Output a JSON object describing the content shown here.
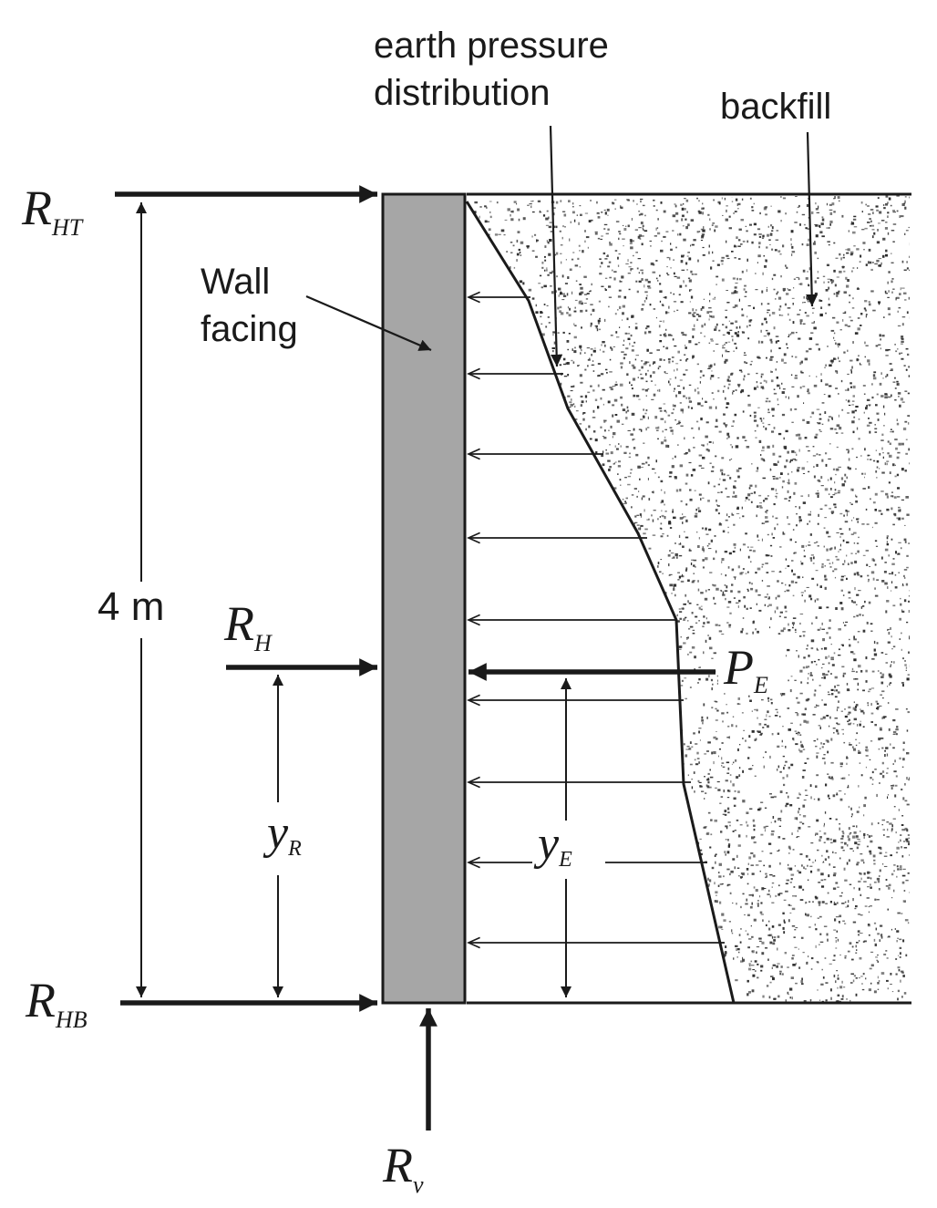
{
  "labels": {
    "earth_pressure_line1": "earth pressure",
    "earth_pressure_line2": "distribution",
    "backfill": "backfill",
    "wall_line1": "Wall",
    "wall_line2": "facing",
    "height": "4 m"
  },
  "symbols": {
    "r_ht": {
      "main": "R",
      "sub": "HT"
    },
    "r_h": {
      "main": "R",
      "sub": "H"
    },
    "r_hb": {
      "main": "R",
      "sub": "HB"
    },
    "r_v": {
      "main": "R",
      "sub": "v"
    },
    "p_e": {
      "main": "P",
      "sub": "E"
    },
    "y_r": {
      "main": "y",
      "sub": "R"
    },
    "y_e": {
      "main": "y",
      "sub": "E"
    }
  },
  "colors": {
    "wall": "#a6a6a6",
    "ink": "#1a1a1a",
    "backfill_dots": "#2b2b2b"
  }
}
